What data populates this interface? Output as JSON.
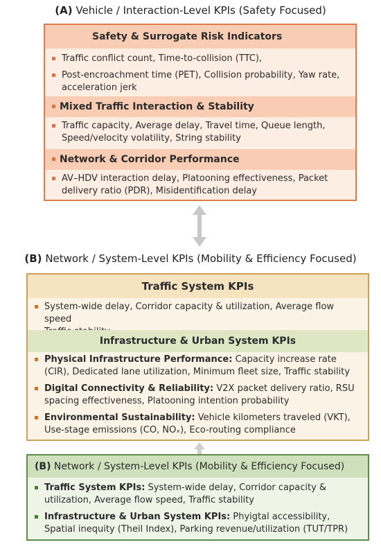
{
  "top_heading": {
    "label": "(A)",
    "title": "Vehicle / Interaction-Level KPIs (Safety Focused)"
  },
  "box_a": {
    "sections": [
      {
        "title": "Safety & Surrogate Risk Indicators",
        "items": [
          "Traffic conflict count, Time-to-collision (TTC),",
          "Post-encroachment time (PET), Collision probability, Yaw rate, acceleration jerk"
        ]
      },
      {
        "title": "Mixed Traffic Interaction & Stability",
        "items": [
          "Traffic capacity, Average delay, Travel time, Queue length, Speed/velocity volatility, String stability"
        ]
      },
      {
        "title": "Network & Corridor Performance",
        "items": [
          "AV–HDV interaction delay, Platooning effectiveness, Packet delivery ratio (PDR), Misidentification delay"
        ]
      }
    ]
  },
  "mid_heading": {
    "label": "(B)",
    "title": "Network / System-Level KPIs (Mobility & Efficiency Focused)"
  },
  "box_b": {
    "section1": {
      "title": "Traffic System KPIs",
      "items": [
        "System-wide delay, Corridor capacity & utilization, Average flow speed",
        "Traffic stability"
      ]
    },
    "section2": {
      "title": "Infrastructure & Urban System KPIs",
      "items": [
        {
          "bold": "Physical Infrastructure Performance:",
          "text": " Capacity increase rate (CIR), Dedicated lane utilization, Minimum fleet size, Traffic stability"
        },
        {
          "bold": "Digital Connectivity & Reliability:",
          "text": " V2X packet delivery ratio, RSU spacing effectiveness, Platooning intention probability"
        },
        {
          "bold": "Environmental Sustainability:",
          "text": " Vehicle kilometers traveled (VKT), Use-stage emissions (CO, NOₓ), Eco-routing compliance"
        }
      ]
    }
  },
  "box_c": {
    "label": "(B)",
    "title": "Network / System-Level KPIs (Mobility & Efficiency Focused)",
    "items": [
      {
        "bold": "Traffic System KPIs:",
        "text": " System-wide delay, Corridor capacity & utilization, Average flow speed, Traffic stability"
      },
      {
        "bold": "Infrastructure & Urban System KPIs:",
        "text": " Phyigtal accessibility, Spatial inequity (Theil Index), Parking revenue/utilization (TUT/TPR)"
      }
    ]
  },
  "colors": {
    "box_a_border": "#e07a4c",
    "box_b_border": "#c9a25a",
    "box_c_border": "#5f8b4a"
  }
}
